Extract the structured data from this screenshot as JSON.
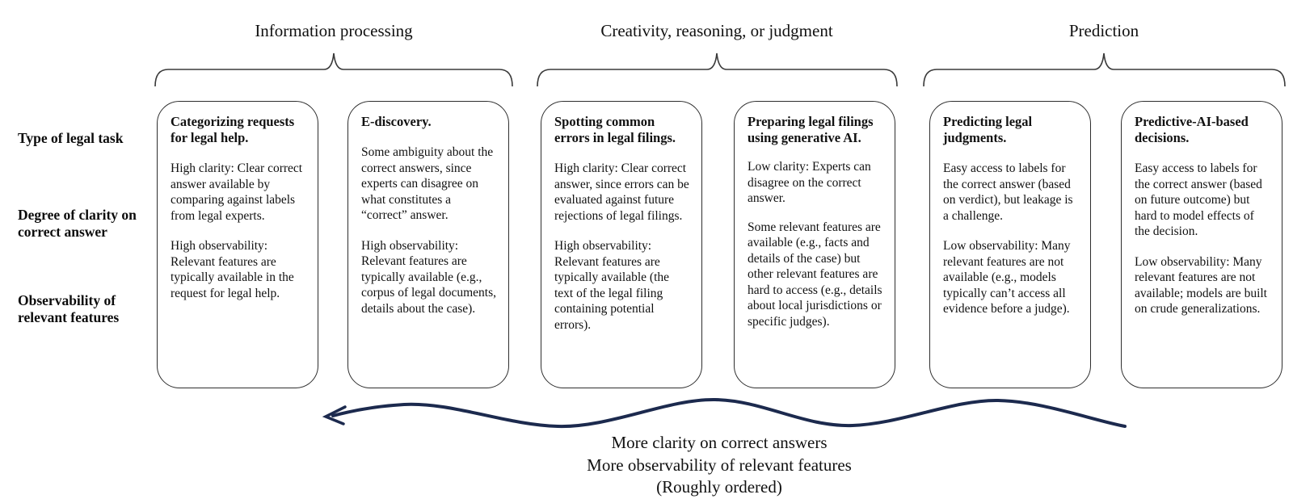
{
  "groups": [
    {
      "label": "Information processing"
    },
    {
      "label": "Creativity, reasoning, or judgment"
    },
    {
      "label": "Prediction"
    }
  ],
  "row_labels": [
    "Type of legal task",
    "Degree of clarity on correct answer",
    "Observability of relevant features"
  ],
  "cards": [
    {
      "title": "Categorizing requests for legal help.",
      "paragraphs": [
        "High clarity: Clear correct answer available by comparing against labels from legal experts.",
        "High observability: Relevant features are typically available in the request for legal help."
      ]
    },
    {
      "title": "E-discovery.",
      "paragraphs": [
        "Some ambiguity about the correct answers, since experts can disagree on what constitutes a “correct” answer.",
        "High observability: Relevant features are typically available (e.g., corpus of legal documents, details about the case)."
      ]
    },
    {
      "title": "Spotting common errors in legal filings.",
      "paragraphs": [
        "High clarity: Clear correct answer, since errors can be evaluated against future rejections of legal filings.",
        "High observability: Relevant features are typically available (the text of the legal filing containing potential errors)."
      ]
    },
    {
      "title": "Preparing legal filings using generative AI.",
      "paragraphs": [
        "Low clarity: Experts can disagree on the correct answer.",
        "Some relevant features are available (e.g., facts and details of the case) but other relevant features are hard to access (e.g., details about local jurisdictions or specific judges)."
      ]
    },
    {
      "title": "Predicting legal judgments.",
      "paragraphs": [
        "Easy access to labels for the correct answer (based on verdict), but leakage is a challenge.",
        "Low observability: Many relevant features are not available (e.g., models typically can’t access all evidence before a judge)."
      ]
    },
    {
      "title": "Predictive-AI-based decisions.",
      "paragraphs": [
        "Easy access to labels for the correct answer (based on future outcome) but hard to model effects of the decision.",
        "Low observability: Many relevant features are not available; models are built on crude generalizations."
      ]
    }
  ],
  "footer": {
    "lines": [
      "More clarity on correct answers",
      "More observability of relevant features",
      "(Roughly ordered)"
    ]
  },
  "colors": {
    "arrow": "#1c2a4e",
    "brace": "#3a3a3a",
    "text": "#111111"
  }
}
